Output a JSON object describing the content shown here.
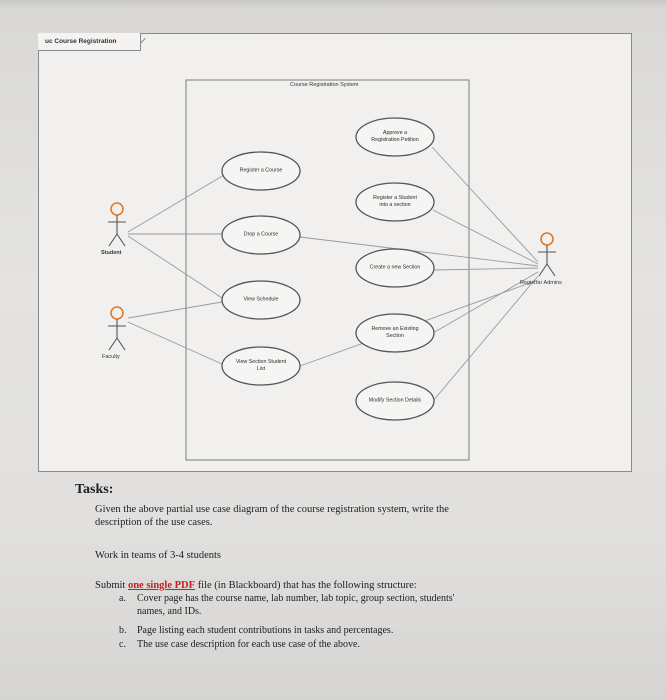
{
  "diagram": {
    "frame_title": "uc Course Registration",
    "system_title": "Course Registration System",
    "actors": {
      "student": "Student",
      "faculty": "Faculty",
      "registrar": "Registrar Admins"
    },
    "use_cases": {
      "register_course": "Register a Course",
      "drop_course": "Drop a Course",
      "view_schedule": "View Schedule",
      "view_section_list_1": "View Section Student",
      "view_section_list_2": "List",
      "approve_1": "Approve a",
      "approve_2": "Registration Petition",
      "register_student_1": "Register a Student",
      "register_student_2": "into a section",
      "create_section": "Create a new Section",
      "remove_section_1": "Remove an Existing",
      "remove_section_2": "Section",
      "modify_section": "Modify Section Details"
    },
    "colors": {
      "actor_head": "#e07a2c",
      "line": "#9a9a9a"
    }
  },
  "tasks": {
    "heading": "Tasks:",
    "intro_line1": "Given the above partial use case diagram of the course registration system, write the",
    "intro_line2": "description of the use cases.",
    "teams": "Work in teams of 3-4 students",
    "submit_prefix": "Submit",
    "submit_highlight": "one single PDF",
    "submit_suffix": "file (in Blackboard) that has the following structure:",
    "item_a_marker": "a.",
    "item_a_line1": "Cover page has the course name, lab number, lab topic, group section, students'",
    "item_a_line2": "names, and IDs.",
    "item_b_marker": "b.",
    "item_b_text": "Page listing each student contributions in tasks and percentages.",
    "item_c_marker": "c.",
    "item_c_text": "The use case description for each use case of the above."
  }
}
